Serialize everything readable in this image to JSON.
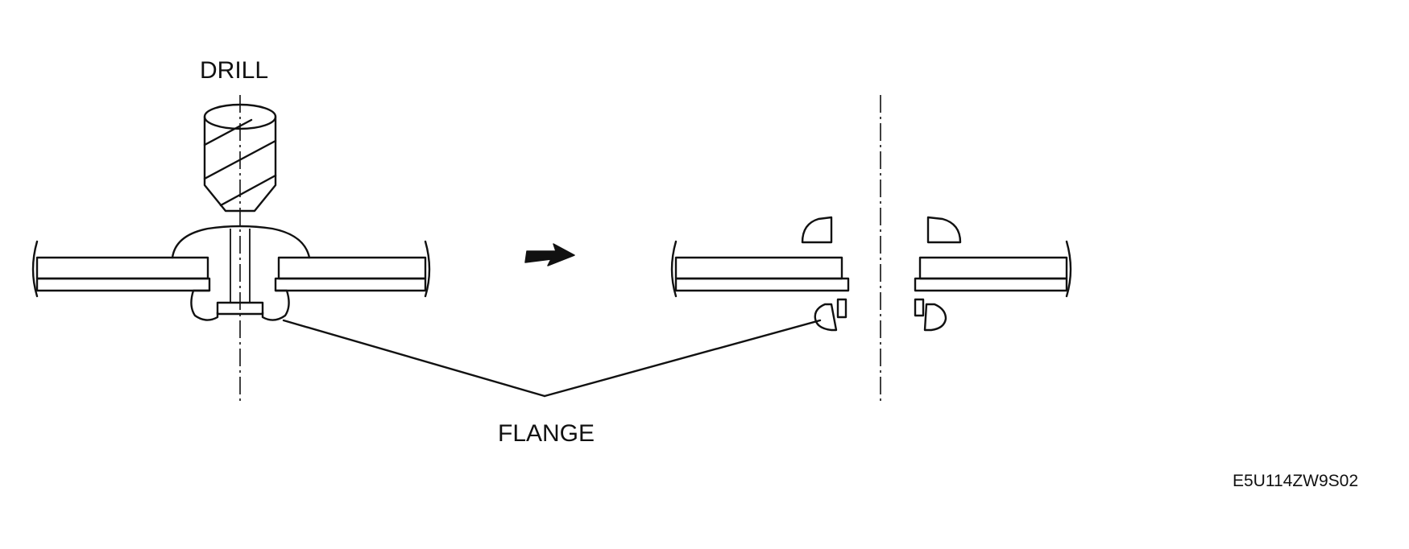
{
  "labels": {
    "drill": "DRILL",
    "flange": "FLANGE",
    "figure_code": "E5U114ZW9S02"
  },
  "colors": {
    "ink": "#111111",
    "background": "#ffffff"
  },
  "icons": {
    "arrow": "right-arrow-icon"
  }
}
